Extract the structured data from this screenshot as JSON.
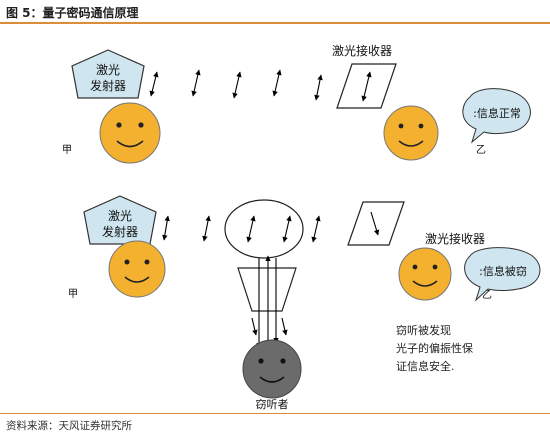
{
  "figure_title": "图 5：量子密码通信原理",
  "source": "资料来源：天风证券研究所",
  "top_scene": {
    "emitter_label_line1": "激光",
    "emitter_label_line2": "发射器",
    "receiver_label": "激光接收器",
    "sender_name": "甲",
    "receiver_name": "乙",
    "speech_text": ":信息正常"
  },
  "bottom_scene": {
    "emitter_label_line1": "激光",
    "emitter_label_line2": "发射器",
    "receiver_label": "激光接收器",
    "sender_name": "甲",
    "receiver_name": "乙",
    "speech_text": ":信息被窃",
    "eavesdropper_label": "窃听者",
    "note_line1": "窃听被发现",
    "note_line2": "光子的偏振性保",
    "note_line3": "证信息安全."
  },
  "colors": {
    "face": "#f4b12f",
    "emitter": "#cfe6f0",
    "speech": "#cfe6f0",
    "eavesdropper": "#6b6b6b",
    "accent_rule": "#d98c3a"
  }
}
